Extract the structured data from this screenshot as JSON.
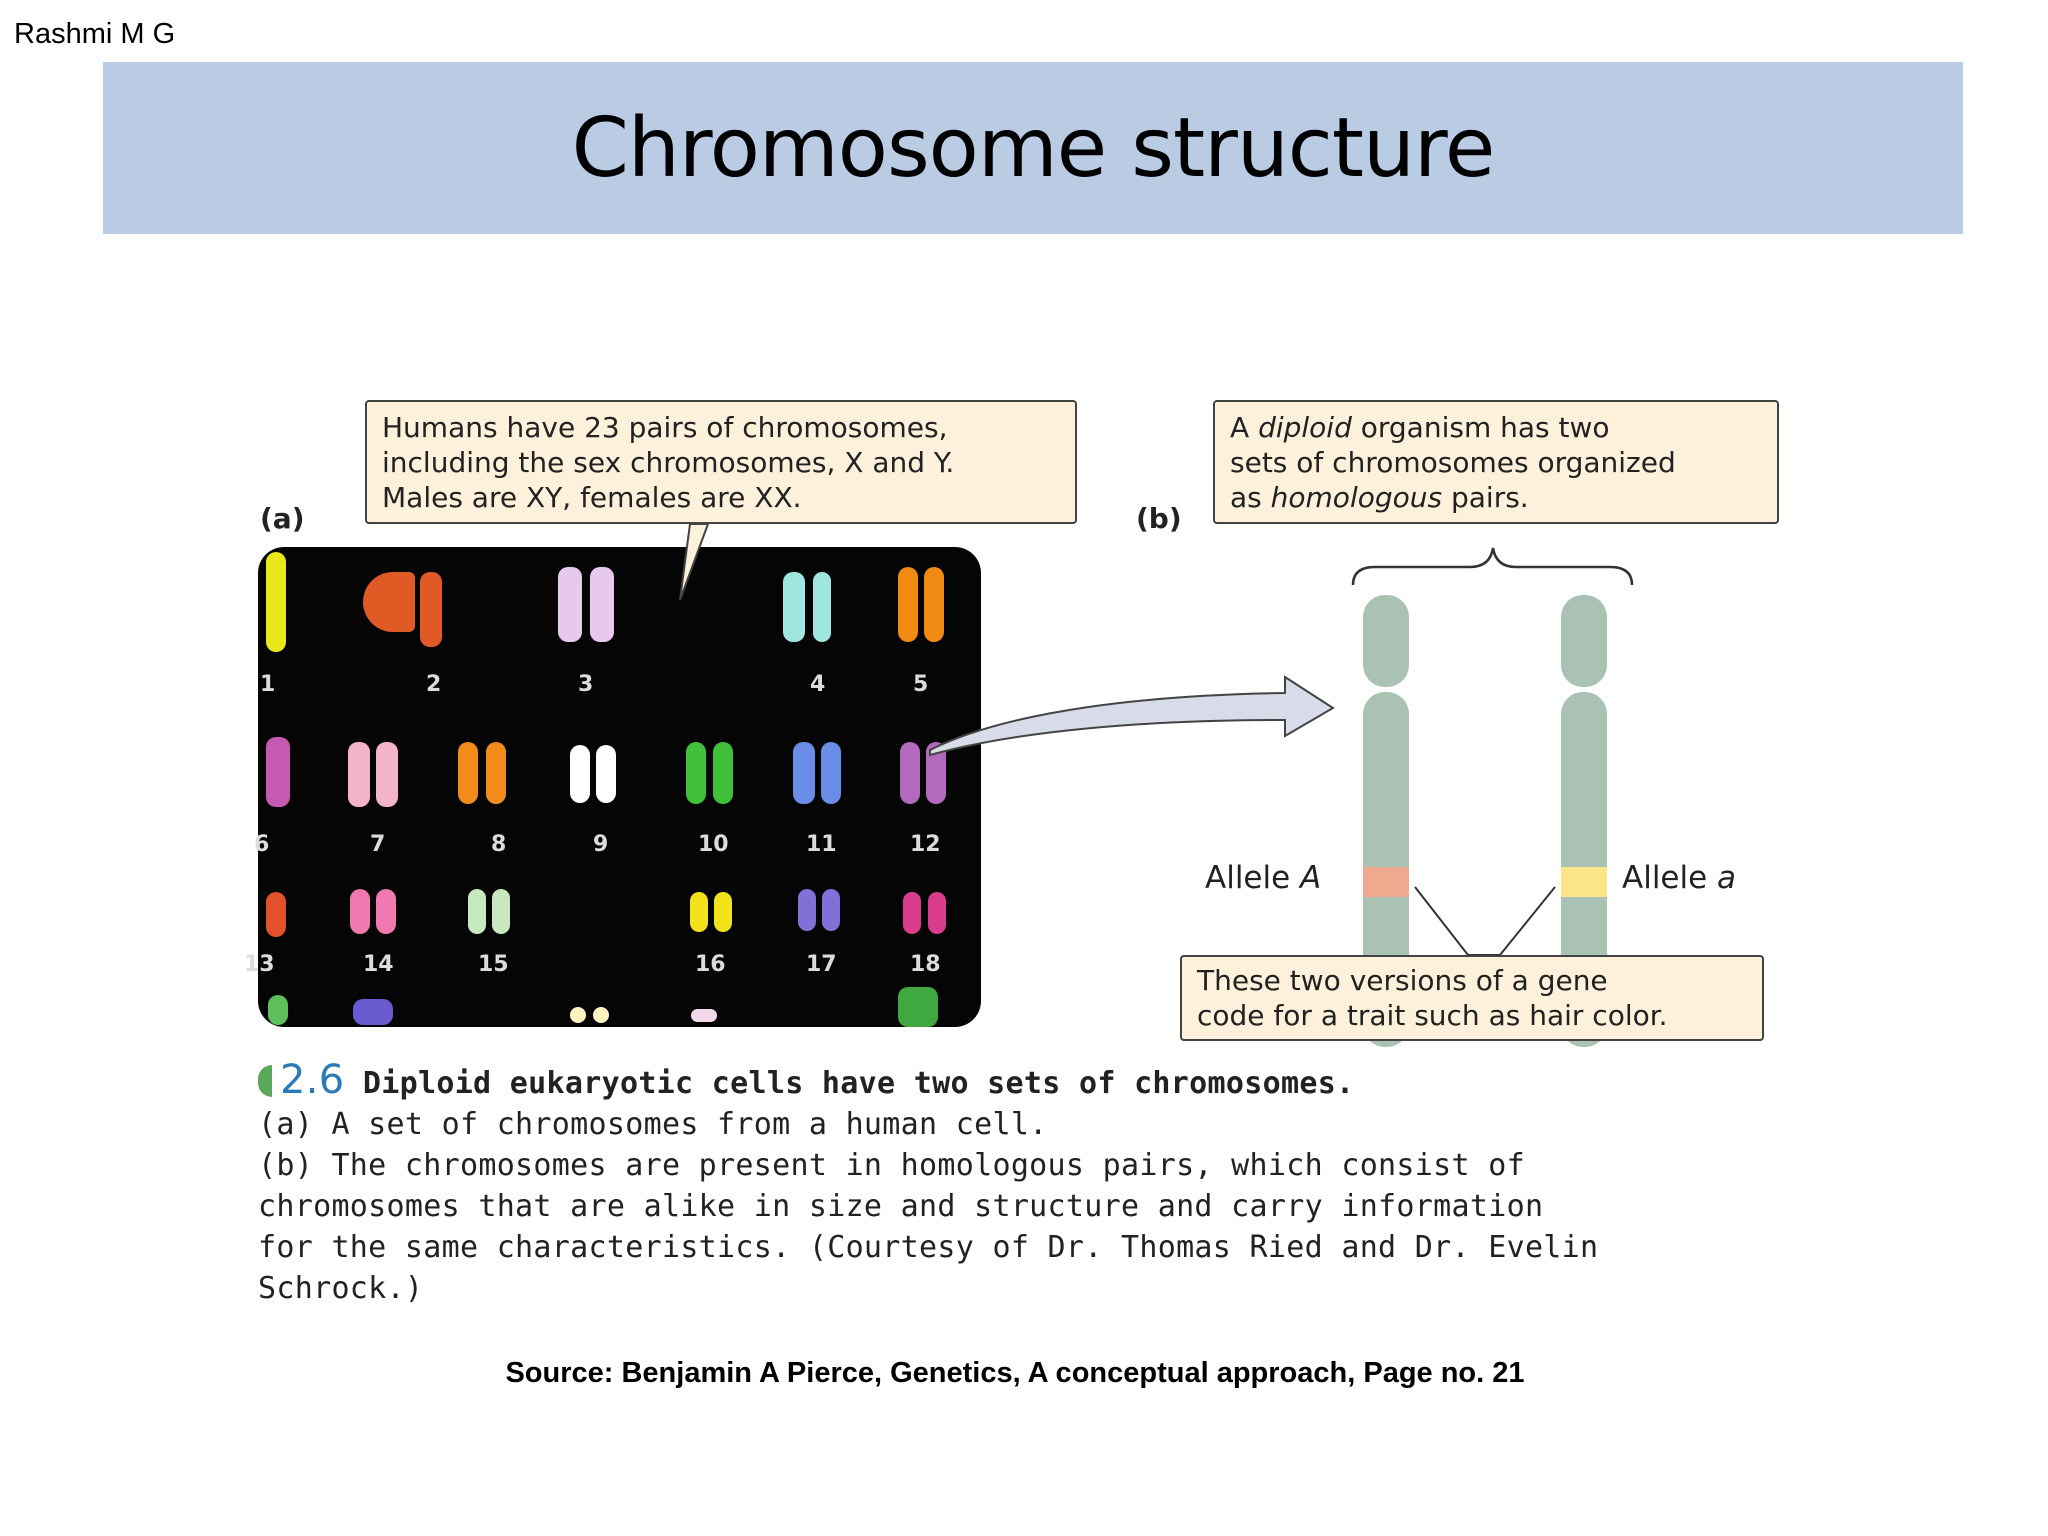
{
  "author": "Rashmi M G",
  "title": "Chromosome structure",
  "figure": {
    "label_a": "(a)",
    "label_b": "(b)",
    "callout_a": [
      "Humans have 23 pairs of chromosomes,",
      "including the sex chromosomes, X and Y.",
      "Males are XY, females are XX."
    ],
    "callout_b": {
      "line1_pre": "A ",
      "line1_em": "diploid",
      "line1_post": " organism has two",
      "line2": "sets of chromosomes organized",
      "line3_pre": "as ",
      "line3_em": "homologous",
      "line3_post": " pairs."
    },
    "callout_gene": [
      "These two versions of a gene",
      "code for a trait such as hair color."
    ],
    "allele_left_prefix": "Allele ",
    "allele_left_letter": "A",
    "allele_right_prefix": "Allele ",
    "allele_right_letter": "a",
    "karyotype_numbers": [
      "1",
      "2",
      "3",
      "4",
      "5",
      "6",
      "7",
      "8",
      "9",
      "10",
      "11",
      "12",
      "13",
      "14",
      "15",
      "16",
      "17",
      "18"
    ],
    "colors": {
      "chromatid": "#a9c2b3",
      "allele_A": "#f0a98e",
      "allele_a": "#fbe58b",
      "callout_bg": "#fdf1dc",
      "arrow_fill": "#d8dbe8"
    },
    "caption": {
      "number": "2.6",
      "heading": "Diploid eukaryotic cells have two sets of chromosomes.",
      "line_a": "(a) A set of chromosomes from a human cell.",
      "line_b1": "(b) The chromosomes are present in homologous pairs, which consist of",
      "line_b2": "chromosomes that are alike in size and structure and carry information",
      "line_b3": "for the same characteristics. (Courtesy of Dr. Thomas Ried and Dr. Evelin",
      "line_b4": "Schrock.)"
    }
  },
  "source": "Source: Benjamin A Pierce, Genetics, A conceptual approach, Page no. 21"
}
